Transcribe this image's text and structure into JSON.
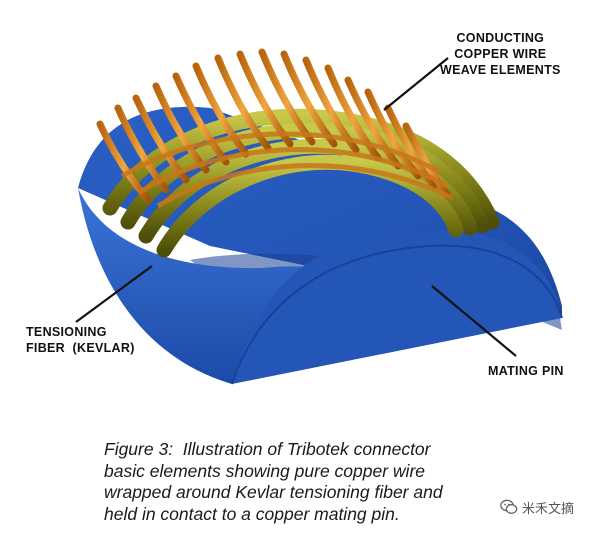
{
  "labels": {
    "conducting": [
      "CONDUCTING",
      "COPPER WIRE",
      "WEAVE ELEMENTS"
    ],
    "tensioning": [
      "TENSIONING",
      "FIBER  (KEVLAR)"
    ],
    "mating": "MATING PIN"
  },
  "caption": {
    "lines": [
      "Figure 3:  Illustration of Tribotek connector",
      "basic elements showing pure copper wire",
      "wrapped around Kevlar tensioning fiber and",
      "held in contact to a copper mating pin."
    ]
  },
  "watermark": {
    "text": "米禾文摘",
    "icon": "wechat-icon"
  },
  "colors": {
    "pin": "#2456b8",
    "pin_dark": "#0f2f80",
    "pin_light": "#3a74d8",
    "fiber": "#8a8a1c",
    "copper": "#d88a1c"
  }
}
